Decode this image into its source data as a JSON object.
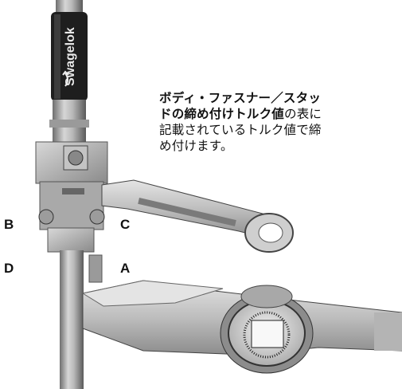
{
  "brand_text": "Swagelok",
  "caption": {
    "bold_part": "ボディ・ファスナー／スタッドの締め付けトルク値",
    "normal_part": "の表に記載されているトルク値で締め付けます。"
  },
  "labels": {
    "a": "A",
    "b": "B",
    "c": "C",
    "d": "D"
  },
  "icons": [
    "turn-arrow-icon"
  ]
}
